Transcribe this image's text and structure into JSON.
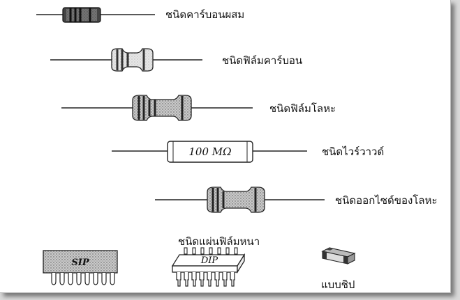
{
  "labels": {
    "carbon_composition": "ชนิดคาร์บอนผสม",
    "carbon_film": "ชนิดฟิล์มคาร์บอน",
    "metal_film": "ชนิดฟิล์มโลหะ",
    "wirewound": "ชนิดไวร์วาวด์",
    "metal_oxide": "ชนิดออกไซด์ของโลหะ",
    "thick_film": "ชนิดแผ่นฟิล์มหนา",
    "chip": "แบบชิป"
  },
  "wirewound_marking": "100 MΩ",
  "sip_marking": "SIP",
  "dip_marking": "DIP"
}
